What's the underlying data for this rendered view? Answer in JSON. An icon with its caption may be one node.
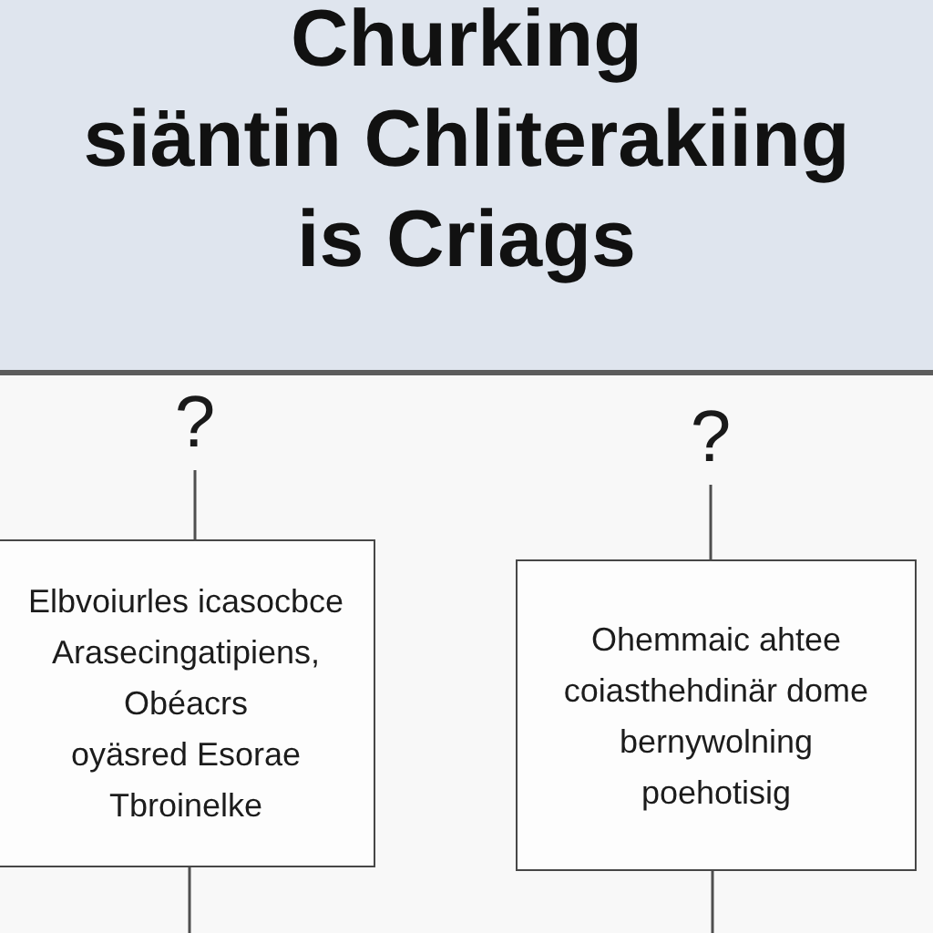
{
  "diagram": {
    "title": "Churking siäntin Chliterakiing is Criags",
    "nodes": [
      {
        "text": [
          "?"
        ]
      },
      {
        "text": [
          "Elbvoiurles icasocbce Arasecingatipiens, Obéacrs oyäsred Esorae Tbroinelke"
        ]
      },
      {
        "text": [
          "?"
        ]
      },
      {
        "text": [
          "Ohemmaic ahtee coiasthehdinär dome bernywolning poehotisig"
        ]
      }
    ],
    "edges": [
      {
        "from": 0,
        "to": 1,
        "arrow": "none"
      },
      {
        "from": 1,
        "to": null,
        "arrow": "none"
      },
      {
        "from": 2,
        "to": 3,
        "arrow": "none"
      },
      {
        "from": 3,
        "to": null,
        "arrow": "none"
      }
    ]
  }
}
